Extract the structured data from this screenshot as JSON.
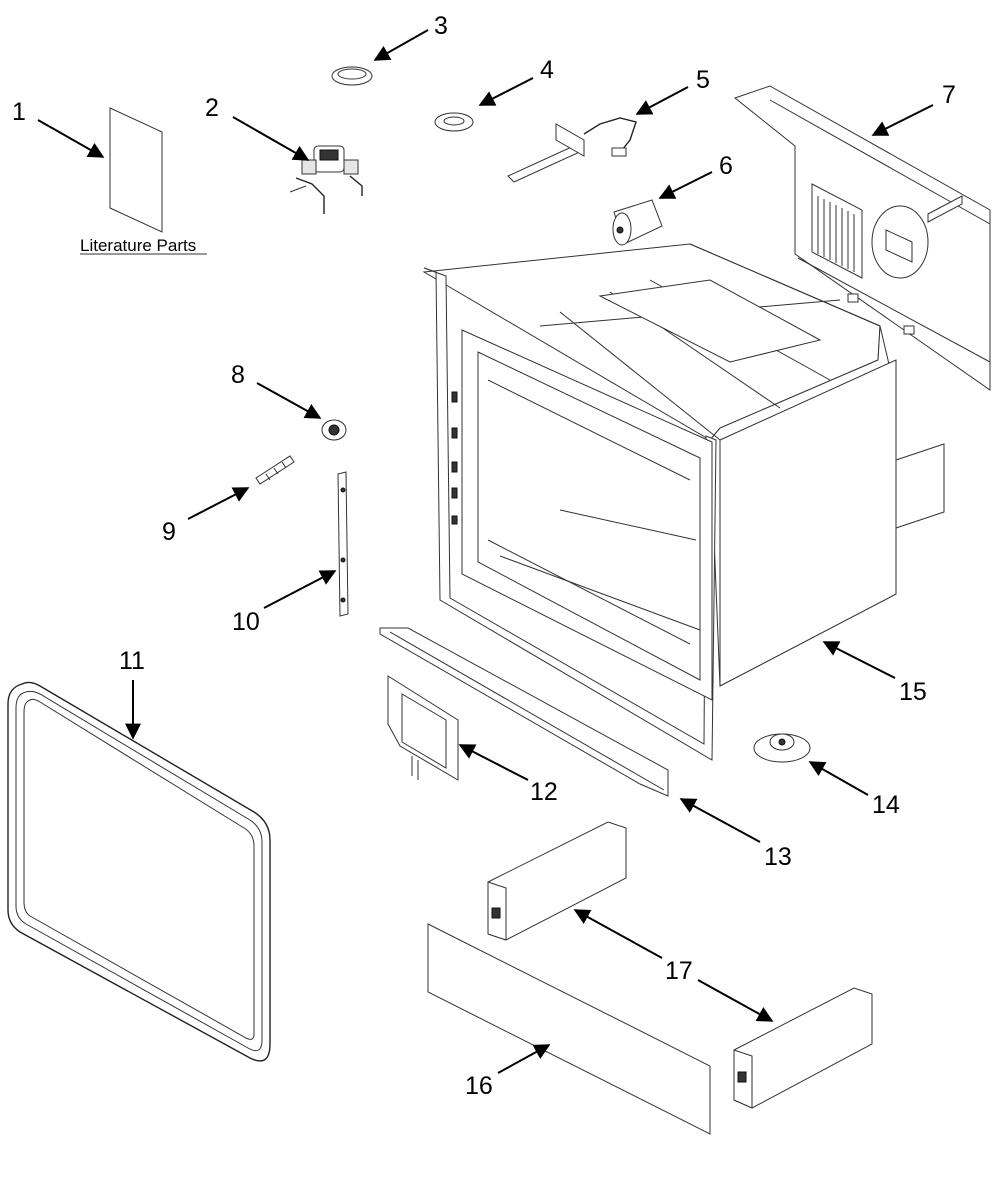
{
  "literature_label": "Literature Parts",
  "callouts": [
    "1",
    "2",
    "3",
    "4",
    "5",
    "6",
    "7",
    "8",
    "9",
    "10",
    "11",
    "12",
    "13",
    "14",
    "15",
    "16",
    "17"
  ]
}
